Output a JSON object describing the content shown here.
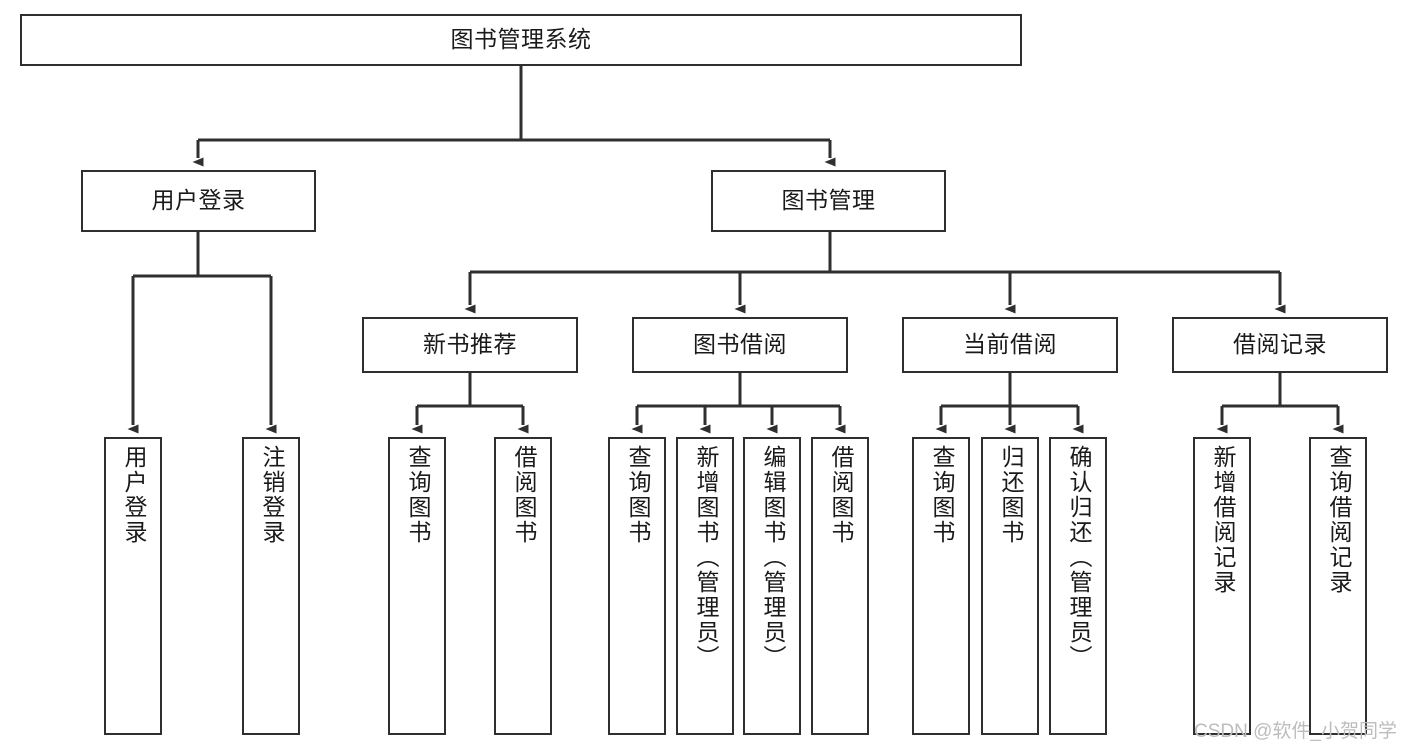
{
  "diagram": {
    "type": "tree",
    "title": "图书管理系统",
    "watermark": "CSDN @软件_小贺同学",
    "colors": {
      "box_border": "#2f2f2f",
      "box_fill": "#ffffff",
      "edge": "#2f2f2f",
      "text": "#1a1a1a",
      "watermark": "#bdbdbd",
      "background": "#ffffff"
    }
  },
  "nodes": {
    "root": {
      "label": "图书管理系统"
    },
    "tier2": [
      {
        "id": "user-login",
        "label": "用户登录"
      },
      {
        "id": "book-manage",
        "label": "图书管理"
      }
    ],
    "tier3": [
      {
        "id": "new-book-rec",
        "label": "新书推荐"
      },
      {
        "id": "book-borrow",
        "label": "图书借阅"
      },
      {
        "id": "current-borrow",
        "label": "当前借阅"
      },
      {
        "id": "borrow-record",
        "label": "借阅记录"
      }
    ],
    "leaves": {
      "user-login": [
        {
          "id": "leaf-user-login",
          "label": "用户登录"
        },
        {
          "id": "leaf-logout",
          "label": "注销登录"
        }
      ],
      "new-book-rec": [
        {
          "id": "leaf-query-book-1",
          "label": "查询图书"
        },
        {
          "id": "leaf-borrow-book-1",
          "label": "借阅图书"
        }
      ],
      "book-borrow": [
        {
          "id": "leaf-query-book-2",
          "label": "查询图书"
        },
        {
          "id": "leaf-add-book",
          "label": "新增图书（管理员）"
        },
        {
          "id": "leaf-edit-book",
          "label": "编辑图书（管理员）"
        },
        {
          "id": "leaf-borrow-book-2",
          "label": "借阅图书"
        }
      ],
      "current-borrow": [
        {
          "id": "leaf-query-book-3",
          "label": "查询图书"
        },
        {
          "id": "leaf-return-book",
          "label": "归还图书"
        },
        {
          "id": "leaf-confirm-return",
          "label": "确认归还（管理员）"
        }
      ],
      "borrow-record": [
        {
          "id": "leaf-add-record",
          "label": "新增借阅记录"
        },
        {
          "id": "leaf-query-record",
          "label": "查询借阅记录"
        }
      ]
    }
  }
}
